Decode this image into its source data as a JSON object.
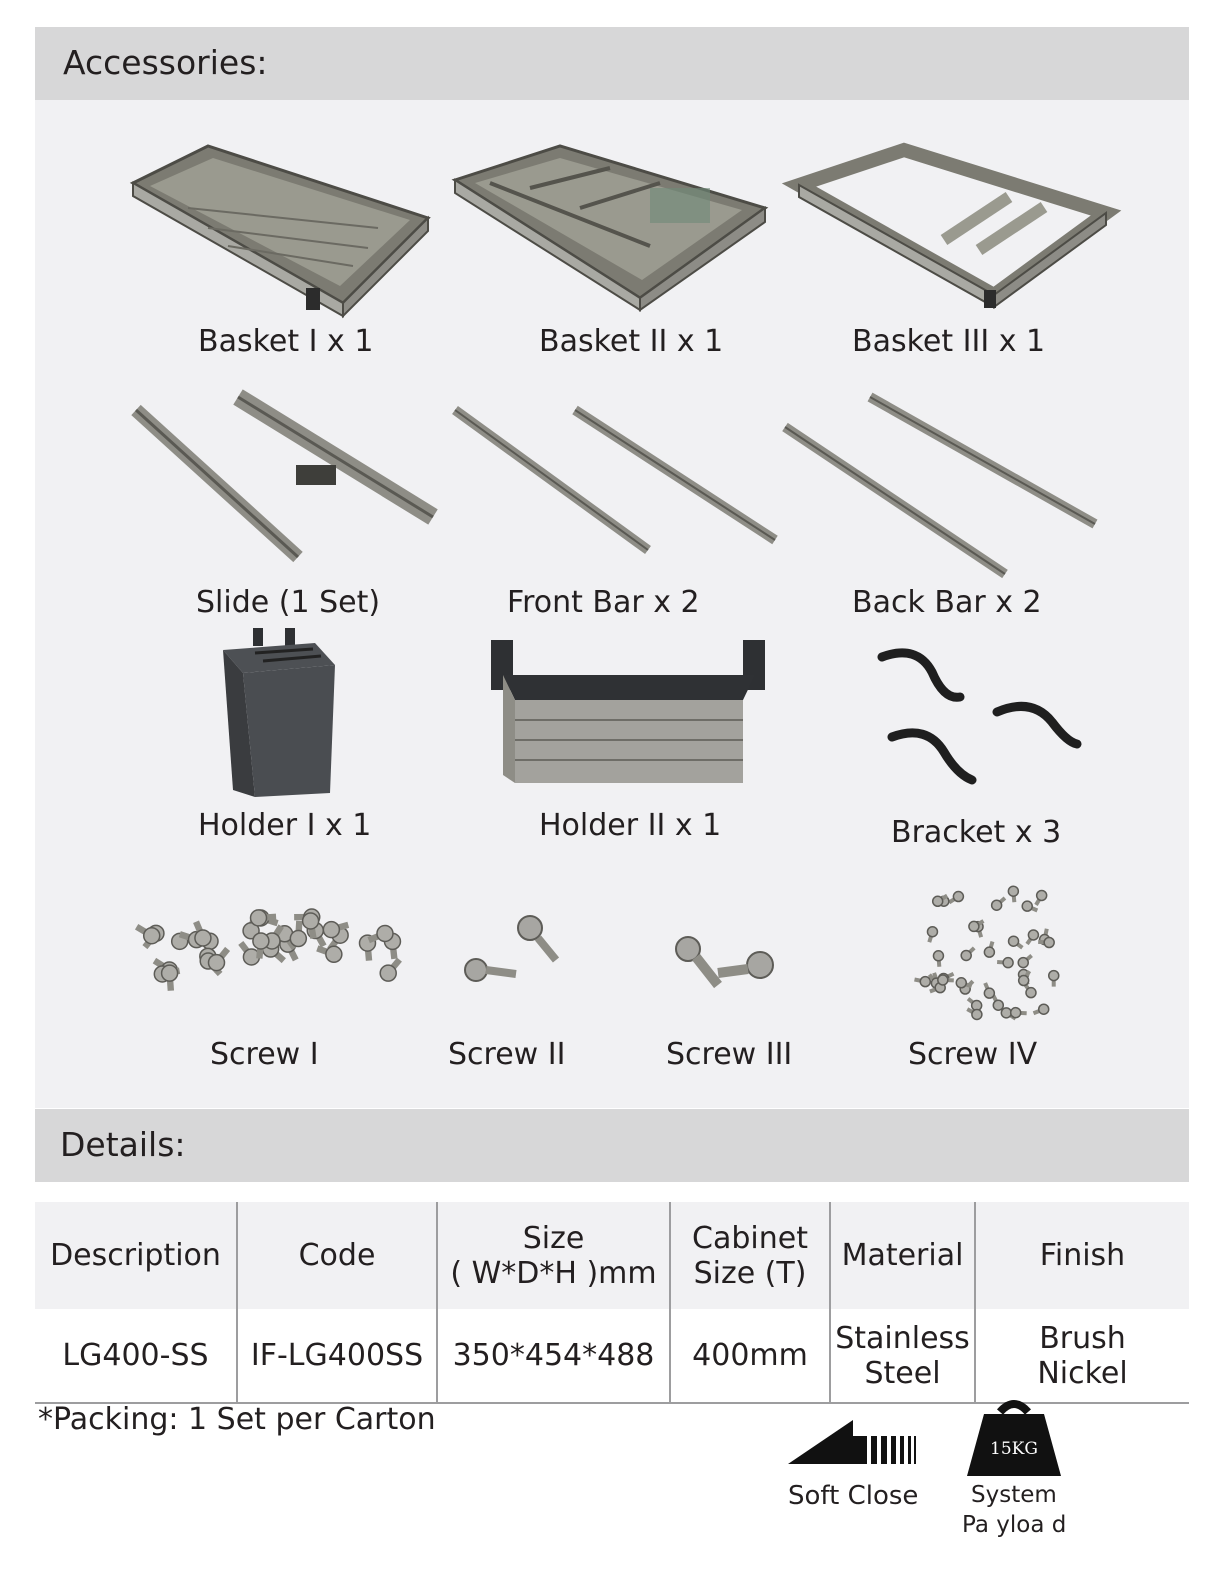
{
  "accessories": {
    "title": "Accessories:",
    "items": [
      {
        "label": "Basket I x 1",
        "icon": "basket-i-image"
      },
      {
        "label": "Basket II x 1",
        "icon": "basket-ii-image"
      },
      {
        "label": "Basket III x 1",
        "icon": "basket-iii-image"
      },
      {
        "label": "Slide (1 Set)",
        "icon": "slide-image"
      },
      {
        "label": "Front Bar x 2",
        "icon": "front-bar-image"
      },
      {
        "label": "Back Bar x 2",
        "icon": "back-bar-image"
      },
      {
        "label": "Holder I x 1",
        "icon": "holder-i-image"
      },
      {
        "label": "Holder II x 1",
        "icon": "holder-ii-image"
      },
      {
        "label": "Bracket x 3",
        "icon": "bracket-image"
      },
      {
        "label": "Screw I",
        "icon": "screw-i-image"
      },
      {
        "label": "Screw II",
        "icon": "screw-ii-image"
      },
      {
        "label": "Screw III",
        "icon": "screw-iii-image"
      },
      {
        "label": "Screw IV",
        "icon": "screw-iv-image"
      }
    ]
  },
  "details": {
    "title": "Details:",
    "headers": {
      "description": "Description",
      "code": "Code",
      "size_line1": "Size",
      "size_line2": "( W*D*H )mm",
      "cabinet_line1": "Cabinet",
      "cabinet_line2": "Size (T)",
      "material": "Material",
      "finish": "Finish"
    },
    "row": {
      "description": "LG400-SS",
      "code": "IF-LG400SS",
      "size": "350*454*488",
      "cabinet": "400mm",
      "material_line1": "Stainless",
      "material_line2": "Steel",
      "finish_line1": "Brush",
      "finish_line2": "Nickel"
    }
  },
  "packing_note": "*Packing: 1 Set per Carton",
  "badges": {
    "soft_close": "Soft Close",
    "payload_weight": "15KG",
    "payload_line1": "System",
    "payload_line2": "Pa yloa  d"
  },
  "colors": {
    "bar": "#d7d7d8",
    "panel": "#f1f1f3",
    "metal": "#8e8d86",
    "dark": "#3a3c3f"
  }
}
